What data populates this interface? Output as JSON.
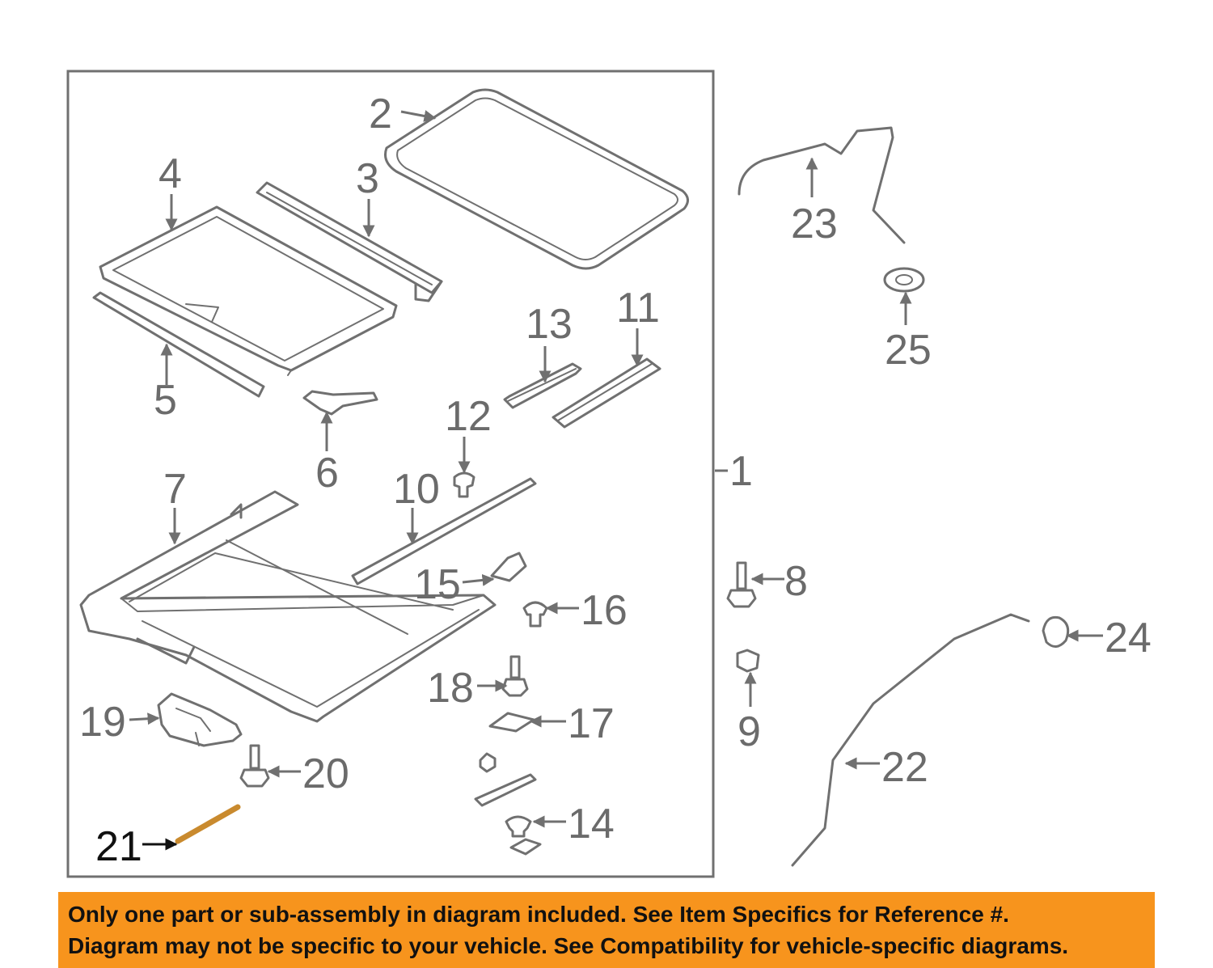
{
  "diagram": {
    "callouts": {
      "c1": "1",
      "c2": "2",
      "c3": "3",
      "c4": "4",
      "c5": "5",
      "c6": "6",
      "c7": "7",
      "c8": "8",
      "c9": "9",
      "c10": "10",
      "c11": "11",
      "c12": "12",
      "c13": "13",
      "c14": "14",
      "c15": "15",
      "c16": "16",
      "c17": "17",
      "c18": "18",
      "c19": "19",
      "c20": "20",
      "c21": "21",
      "c22": "22",
      "c23": "23",
      "c24": "24",
      "c25": "25"
    },
    "colors": {
      "line": "#707070",
      "highlight": "#c98a2e",
      "banner": "#f7941d"
    },
    "highlighted_part": "21"
  },
  "disclaimer": {
    "line1": "Only one part or sub-assembly in diagram included. See Item Specifics for Reference #.",
    "line2": "Diagram may not be specific to your vehicle. See Compatibility for vehicle-specific diagrams."
  }
}
